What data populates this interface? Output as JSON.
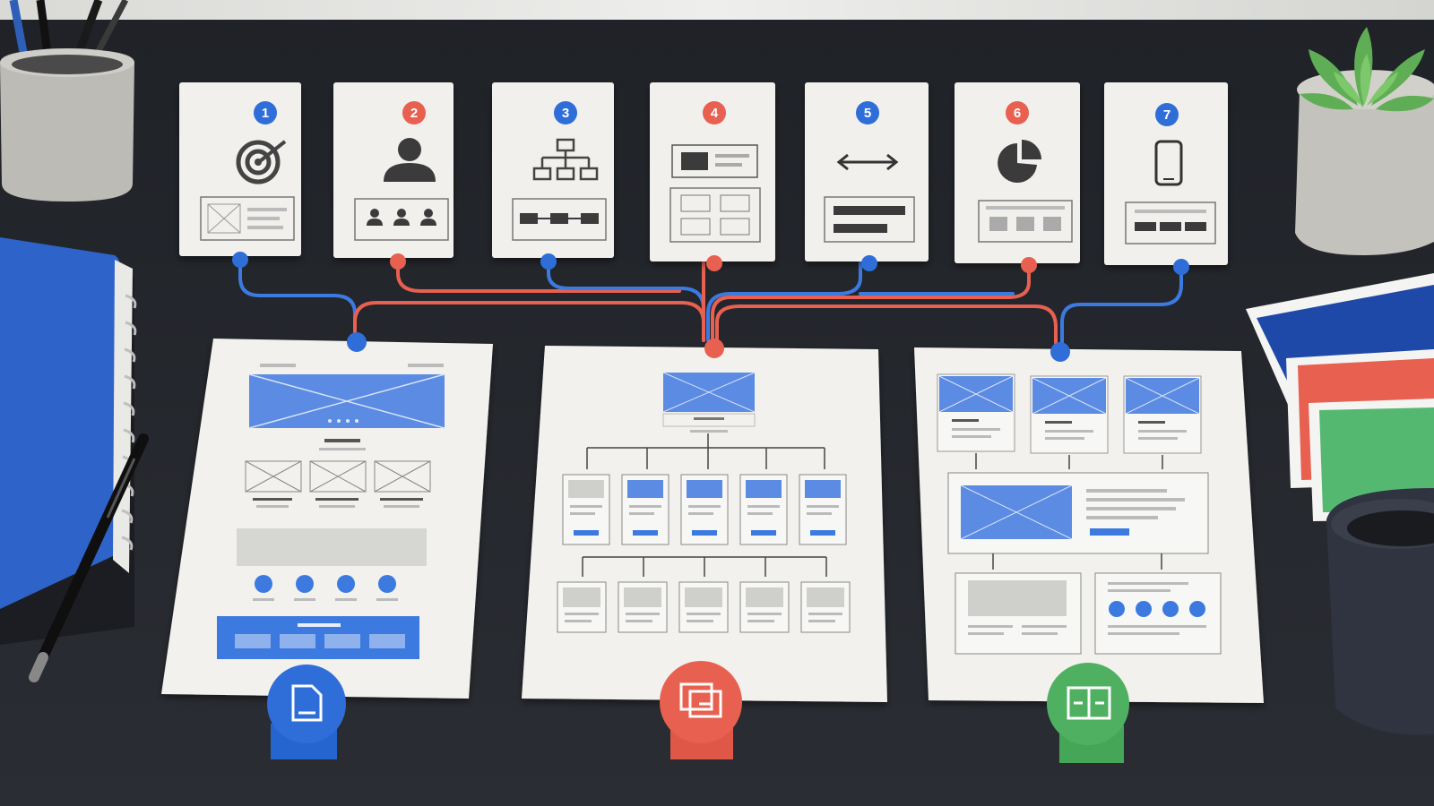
{
  "scene": {
    "description_type": "photo-illustration",
    "colors": {
      "desk": "#25282e",
      "paper": "#f1f0ec",
      "blue": "#2f6ed8",
      "red": "#e8604f",
      "green": "#4fb062",
      "wire_blue": "#5b8be2",
      "ink": "#3b3b3b"
    }
  },
  "step_cards": [
    {
      "number": "1",
      "color": "blue",
      "icon": "target-icon"
    },
    {
      "number": "2",
      "color": "red",
      "icon": "user-icon"
    },
    {
      "number": "3",
      "color": "blue",
      "icon": "sitemap-icon"
    },
    {
      "number": "4",
      "color": "red",
      "icon": "layout-icon"
    },
    {
      "number": "5",
      "color": "blue",
      "icon": "arrows-horizontal-icon"
    },
    {
      "number": "6",
      "color": "red",
      "icon": "pie-chart-icon"
    },
    {
      "number": "7",
      "color": "blue",
      "icon": "smartphone-icon"
    }
  ],
  "wireframe_sheets": [
    {
      "kind": "landing-page",
      "badge_color": "blue",
      "badge_icon": "document-icon"
    },
    {
      "kind": "sitemap-hierarchy",
      "badge_color": "red",
      "badge_icon": "window-stack-icon"
    },
    {
      "kind": "grid-layout",
      "badge_color": "green",
      "badge_icon": "split-panel-icon"
    }
  ],
  "desk_objects": [
    "pen-cup",
    "blue-notebook",
    "black-pen",
    "succulent-plant",
    "color-swatches",
    "coffee-mug"
  ]
}
